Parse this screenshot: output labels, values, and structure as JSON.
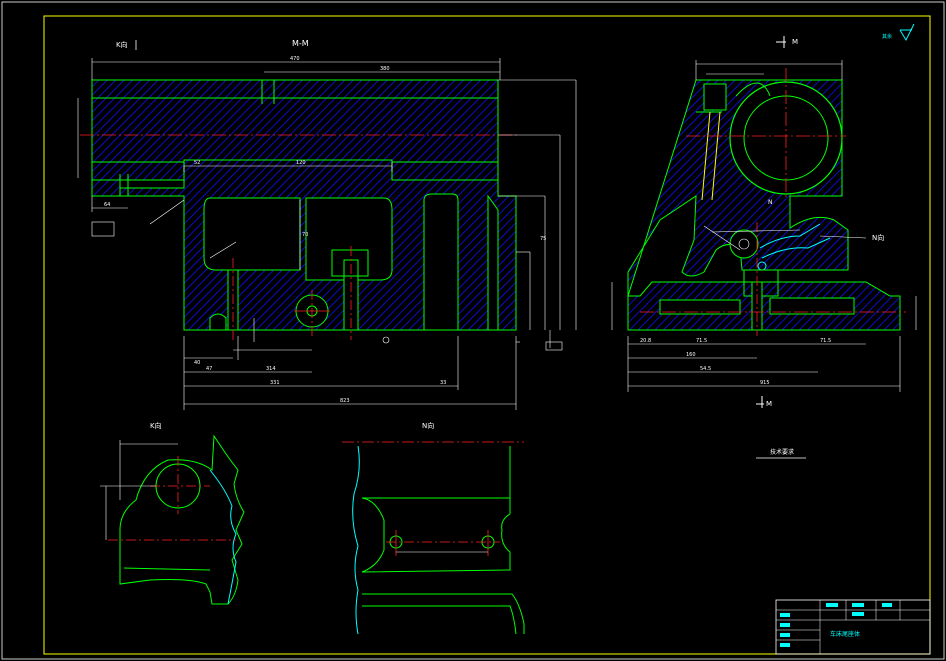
{
  "colors": {
    "background": "#000000",
    "outline": "#00ff00",
    "frame": "#ffff00",
    "hatch": "#1010ff",
    "centerline": "#ff2020",
    "dimension": "#ffffff",
    "curve": "#00ffff",
    "titleblock_accent": "#00ffff"
  },
  "views": {
    "section_mm_label": "M-M",
    "k_arrow_label": "K向",
    "side_m_top": "M",
    "side_m_bottom": "M",
    "side_n_label": "N",
    "n_arrow_label": "N向",
    "k_view_title": "K向",
    "n_view_title": "N向"
  },
  "dims_main": {
    "d_470": "470",
    "d_380": "380",
    "d_120": "120",
    "d_70": "70",
    "d_40": "40",
    "d_47": "47",
    "d_314": "314",
    "d_331": "331",
    "d_33": "33",
    "d_823": "823",
    "d_52": "52",
    "d_64": "64",
    "d_75": "75"
  },
  "dims_side": {
    "d_160": "160",
    "d_715": "71.5",
    "d_545": "54.5",
    "d_715b": "71.5",
    "d_915": "915",
    "d_208": "20.8"
  },
  "notes": {
    "tech_title": "技术要求",
    "roughness_label": "其余"
  },
  "title_block": {
    "drawing_name": "车床尾座体"
  }
}
